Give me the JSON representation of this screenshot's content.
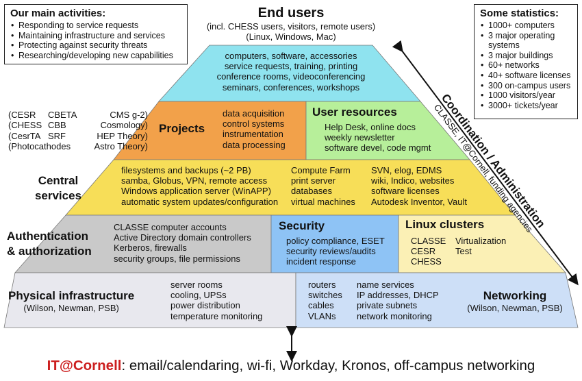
{
  "activities": {
    "heading": "Our main activities:",
    "items": [
      "Responding to service requests",
      "Maintaining infrastructure and services",
      "Protecting against security threats",
      "Researching/developing new capabilities"
    ]
  },
  "statistics": {
    "heading": "Some statistics:",
    "items": [
      "1000+ computers",
      "3 major operating systems",
      "3 major buildings",
      "60+ networks",
      "40+ software licenses",
      "300 on-campus users",
      "1000 visitors/year",
      "3000+ tickets/year"
    ]
  },
  "end_users": {
    "title": "End users",
    "subtitle": "(incl. CHESS users, visitors, remote users)",
    "platforms": "(Linux, Windows, Mac)",
    "lines": [
      "computers, software, accessories",
      "service requests, training, printing",
      "conference rooms, videoconferencing",
      "seminars, conferences, workshops"
    ]
  },
  "projects": {
    "title": "Projects",
    "lines": [
      "data acquisition",
      "control systems",
      "instrumentation",
      "data processing"
    ],
    "table": [
      [
        "(CESR",
        "CBETA",
        "CMS  g-2)"
      ],
      [
        "(CHESS",
        "CBB",
        "Cosmology)"
      ],
      [
        "(CesrTA",
        "SRF",
        "HEP Theory)"
      ],
      [
        "(Photocathodes",
        "",
        "Astro Theory)"
      ]
    ]
  },
  "user_resources": {
    "title": "User resources",
    "lines": [
      "Help Desk, online docs",
      "weekly newsletter",
      "software devel, code mgmt"
    ]
  },
  "central_services": {
    "title_line1": "Central",
    "title_line2": "services",
    "col1": [
      "filesystems and backups (~2 PB)",
      "samba, Globus, VPN, remote access",
      "Windows application server (WinAPP)",
      "automatic system updates/configuration"
    ],
    "col2": [
      "Compute Farm",
      "print server",
      "databases",
      "virtual machines"
    ],
    "col3": [
      "SVN, elog, EDMS",
      "wiki, Indico, websites",
      "software licenses",
      "Autodesk Inventor, Vault"
    ]
  },
  "authentication": {
    "title_line1": "Authentication",
    "title_line2": "& authorization",
    "lines": [
      "CLASSE computer accounts",
      "Active Directory domain controllers",
      "Kerberos, firewalls",
      "security groups, file permissions"
    ]
  },
  "security": {
    "title": "Security",
    "lines": [
      "policy compliance, ESET",
      "security reviews/audits",
      "incident response"
    ]
  },
  "linux_clusters": {
    "title": "Linux clusters",
    "col1": [
      "CLASSE",
      "CESR",
      "CHESS"
    ],
    "col2": [
      "Virtualization",
      "Test"
    ]
  },
  "physical": {
    "title": "Physical infrastructure",
    "subtitle": "(Wilson, Newman, PSB)",
    "lines": [
      "server rooms",
      "cooling, UPSs",
      "power distribution",
      "temperature monitoring"
    ]
  },
  "networking": {
    "title": "Networking",
    "subtitle": "(Wilson, Newman, PSB)",
    "col1": [
      "routers",
      "switches",
      "cables",
      "VLANs"
    ],
    "col2": [
      "name services",
      "IP addresses, DHCP",
      "private subnets",
      "network monitoring"
    ]
  },
  "coordination": {
    "title": "Coordination / Administration",
    "subtitle": "CLASSE, IT@Cornell, funding agencies"
  },
  "itcornell": {
    "brand": "IT@Cornell",
    "text": ": email/calendaring, wi-fi, Workday, Kronos, off-campus networking"
  },
  "colors": {
    "cyan": "#8fe3ef",
    "orange": "#f2a14a",
    "green": "#b7ef9a",
    "yellow": "#f7de58",
    "gray": "#c9c9c9",
    "blue": "#8ec3f5",
    "cream": "#fbf0b5",
    "lightgray": "#e8e8ee",
    "lightblue": "#cddff7",
    "brand_red": "#cc1f1f"
  }
}
